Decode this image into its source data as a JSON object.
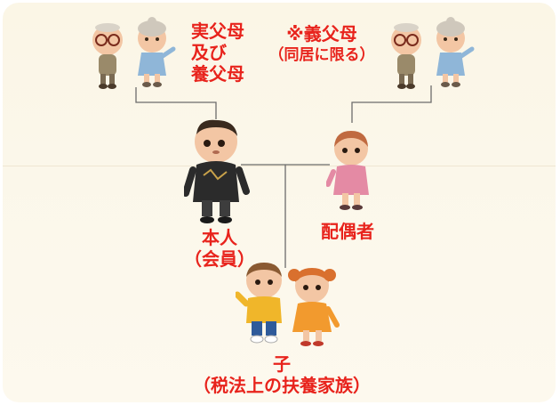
{
  "diagram": {
    "real_parents_label": [
      "実父母",
      "及び",
      "養父母"
    ],
    "in_laws_label": [
      "※義父母",
      "（同居に限る）"
    ],
    "self_label": [
      "本人",
      "（会員）"
    ],
    "spouse_label": "配偶者",
    "children_label": [
      "子",
      "（税法上の扶養家族）"
    ]
  },
  "colors": {
    "label": "#e8231c",
    "background": "#fbf6e6",
    "line": "#6b6b6b"
  }
}
